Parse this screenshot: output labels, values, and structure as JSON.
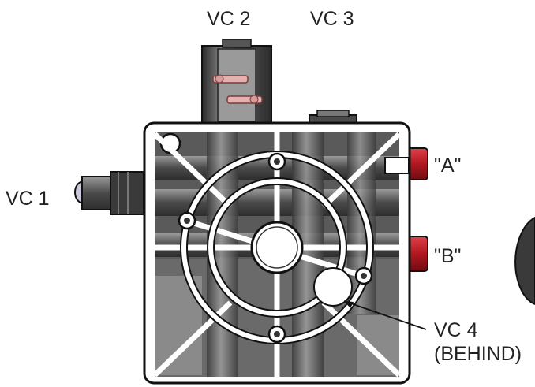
{
  "labels": {
    "vc1": "VC 1",
    "vc2": "VC 2",
    "vc3": "VC 3",
    "port_a": "\"A\"",
    "port_b": "\"B\"",
    "vc4_line1": "VC 4",
    "vc4_line2": "(BEHIND)"
  },
  "colors": {
    "body_dark": "#3c3c3c",
    "body_mid": "#6e6e6e",
    "body_light": "#a9a9a9",
    "outline": "#111111",
    "port_red": "#c0202a",
    "background": "#ffffff"
  }
}
